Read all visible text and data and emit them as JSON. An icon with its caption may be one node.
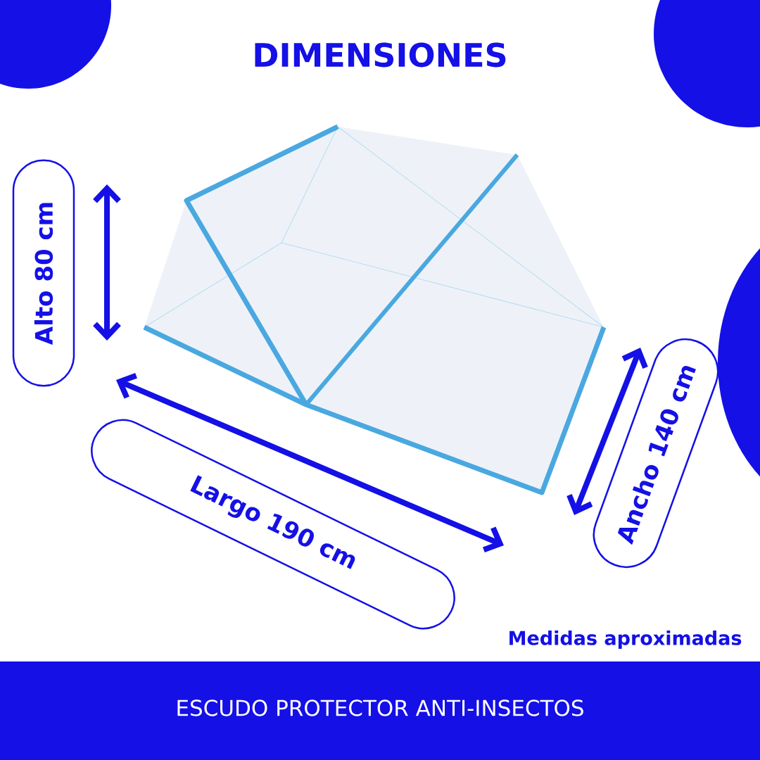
{
  "diagram": {
    "title": "DIMENSIONES",
    "nodes": [
      {
        "text": [
          "Alto 80 cm"
        ]
      },
      {
        "text": [
          "Largo 190 cm"
        ]
      },
      {
        "text": [
          "Ancho 140 cm"
        ]
      }
    ],
    "labels": [
      "Medidas aproximadas"
    ],
    "caption": "ESCUDO PROTECTOR ANTI-INSECTOS"
  }
}
